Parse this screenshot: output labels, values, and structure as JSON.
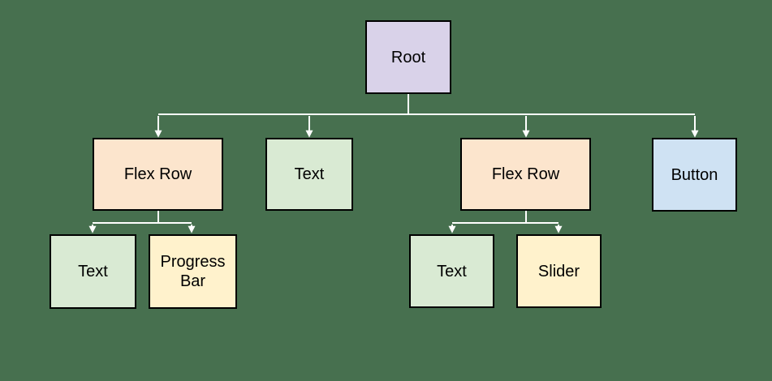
{
  "diagram": {
    "background_color": "#47704F",
    "connector_color": "#FFFFFF",
    "node_border_color": "#000000",
    "text_color": "#000000",
    "nodes": {
      "root": {
        "label": "Root",
        "fill": "#D9D2E9"
      },
      "flex_row_1": {
        "label": "Flex Row",
        "fill": "#FCE5CD"
      },
      "text_1": {
        "label": "Text",
        "fill": "#D9EAD3"
      },
      "flex_row_2": {
        "label": "Flex Row",
        "fill": "#FCE5CD"
      },
      "button": {
        "label": "Button",
        "fill": "#CFE2F3"
      },
      "text_2": {
        "label": "Text",
        "fill": "#D9EAD3"
      },
      "progress_bar": {
        "label": "Progress Bar",
        "fill": "#FFF2CC"
      },
      "text_3": {
        "label": "Text",
        "fill": "#D9EAD3"
      },
      "slider": {
        "label": "Slider",
        "fill": "#FFF2CC"
      }
    },
    "edges": [
      {
        "from": "root",
        "to": "flex_row_1"
      },
      {
        "from": "root",
        "to": "text_1"
      },
      {
        "from": "root",
        "to": "flex_row_2"
      },
      {
        "from": "root",
        "to": "button"
      },
      {
        "from": "flex_row_1",
        "to": "text_2"
      },
      {
        "from": "flex_row_1",
        "to": "progress_bar"
      },
      {
        "from": "flex_row_2",
        "to": "text_3"
      },
      {
        "from": "flex_row_2",
        "to": "slider"
      }
    ]
  }
}
